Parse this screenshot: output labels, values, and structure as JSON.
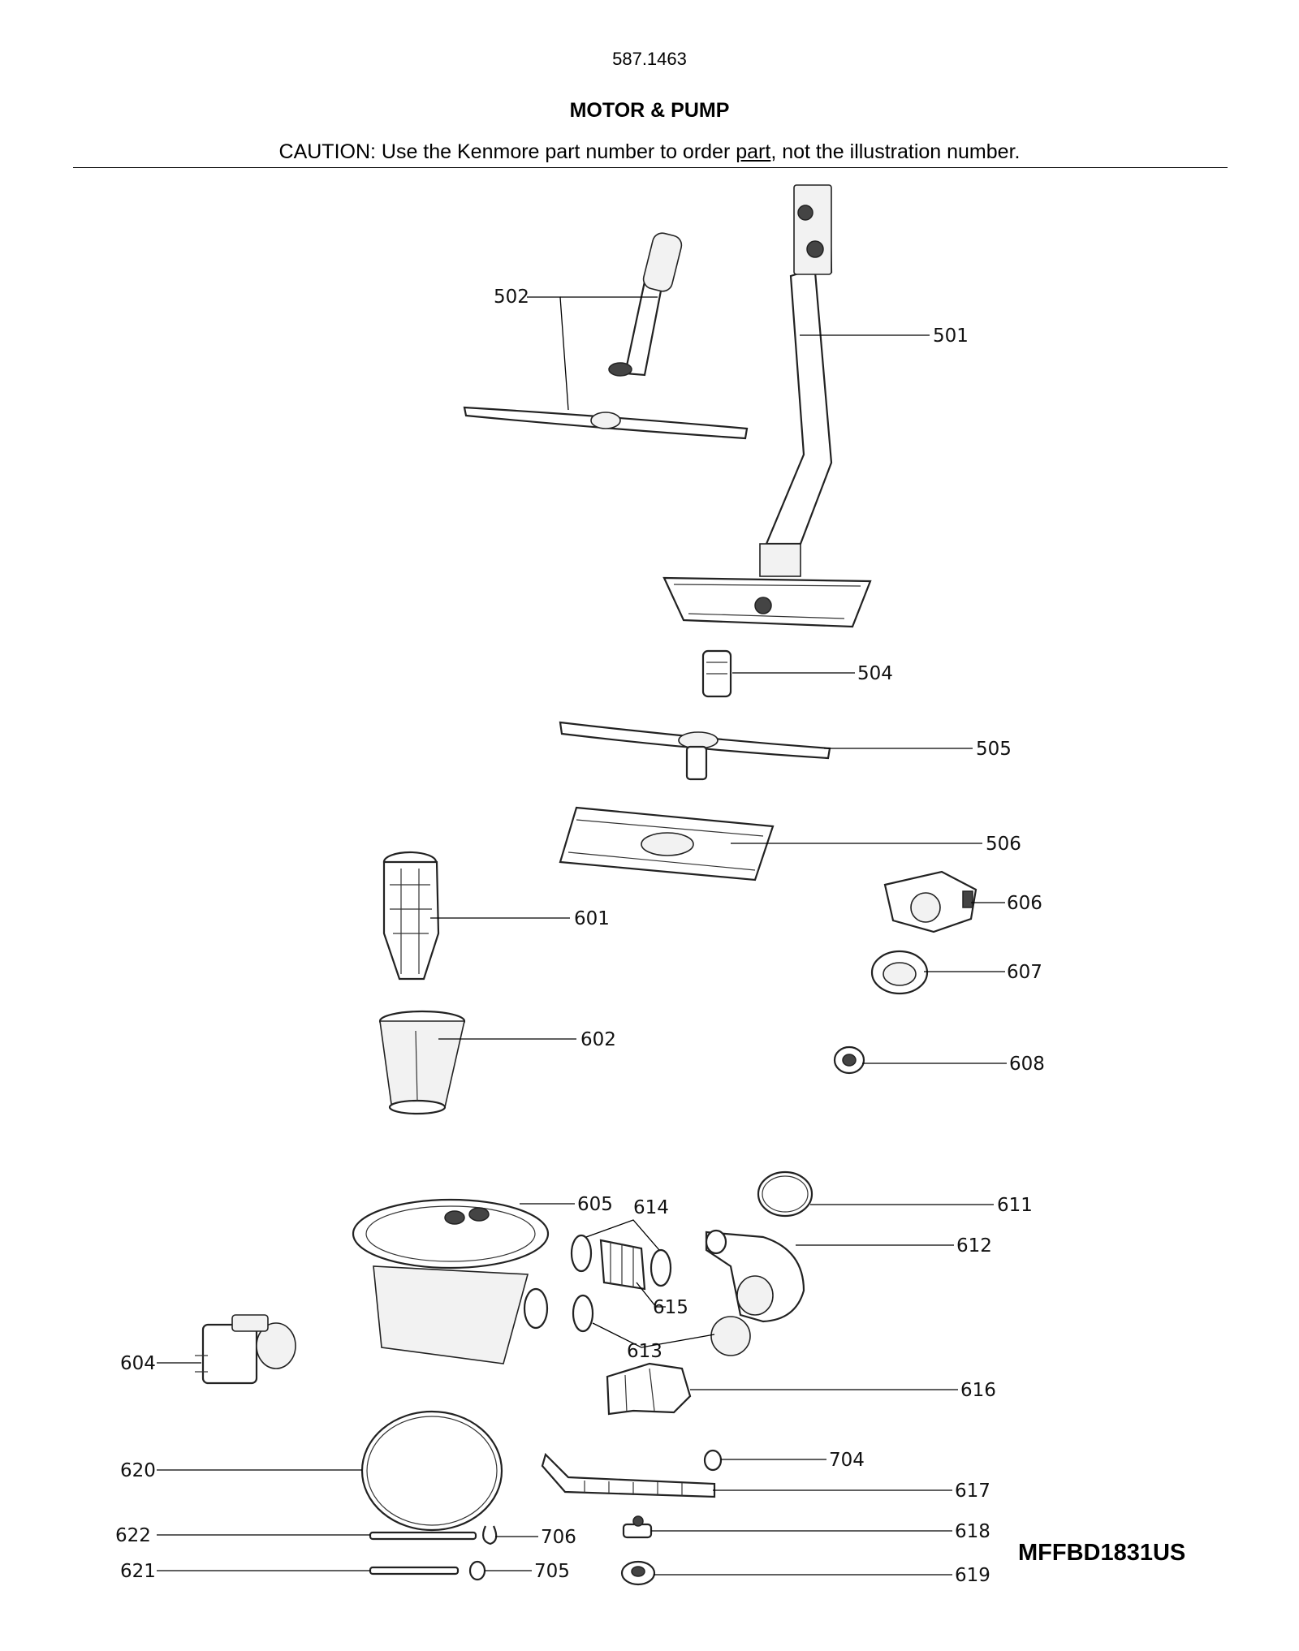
{
  "header": {
    "doc_number": "587.1463",
    "title": "MOTOR & PUMP",
    "caution_before": "CAUTION: Use the Kenmore part number to order ",
    "caution_underlined": "part",
    "caution_after": ", not the illustration number."
  },
  "model_number": "MFFBD1831US",
  "labels": {
    "p501": "501",
    "p502": "502",
    "p504": "504",
    "p505": "505",
    "p506": "506",
    "p601": "601",
    "p602": "602",
    "p604": "604",
    "p605": "605",
    "p606": "606",
    "p607": "607",
    "p608": "608",
    "p611": "611",
    "p612": "612",
    "p613": "613",
    "p614": "614",
    "p615": "615",
    "p616": "616",
    "p617": "617",
    "p618": "618",
    "p619": "619",
    "p620": "620",
    "p621": "621",
    "p622": "622",
    "p704": "704",
    "p705": "705",
    "p706": "706"
  }
}
